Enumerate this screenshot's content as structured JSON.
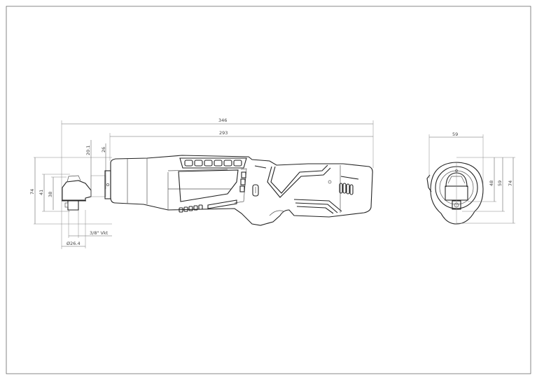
{
  "drawing": {
    "side_view": {
      "overall_length": "346",
      "body_length": "293",
      "head_offset": "20.1",
      "collar_offset": "26",
      "overall_height": "74",
      "head_height": "41",
      "head_inner_height": "38",
      "drive_size": "3/8\" Vkt",
      "head_diameter": "Ø26.4"
    },
    "front_view": {
      "width": "59",
      "height_inner": "48",
      "height_mid": "59",
      "height_overall": "74"
    }
  }
}
